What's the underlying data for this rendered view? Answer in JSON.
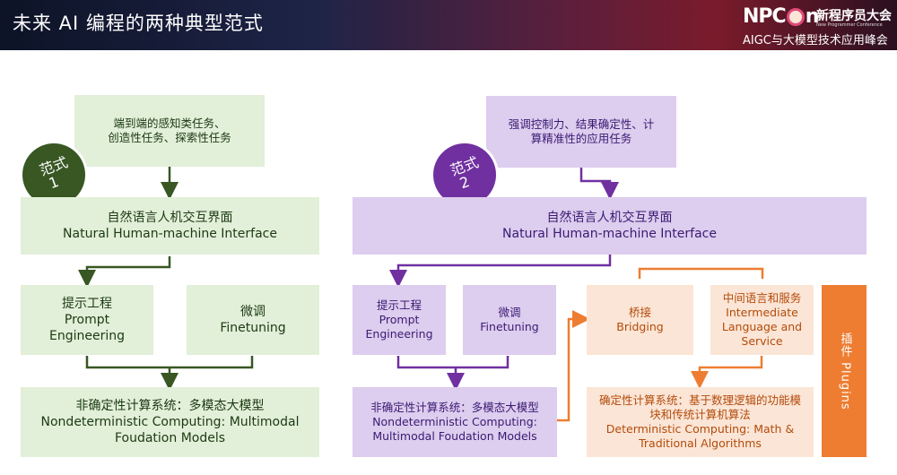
{
  "header": {
    "title": "未来 AI 编程的两种典型范式",
    "logo_mark_n": "N",
    "logo_mark_p": "P",
    "logo_mark_rest": "n",
    "logo_cn": "新程序员大会",
    "logo_sub": "New Programmer Conference",
    "logo_aigc": "AIGC与大模型技术应用峰会"
  },
  "paradigm1": {
    "badge": {
      "line1": "范式",
      "line2": "1"
    },
    "task": {
      "line1": "端到端的感知类任务、",
      "line2": "创造性任务、探索性任务"
    },
    "interface": {
      "line1": "自然语言人机交互界面",
      "line2": "Natural Human-machine Interface"
    },
    "prompt": {
      "line1": "提示工程",
      "line2": "Prompt",
      "line3": "Engineering"
    },
    "finetune": {
      "line1": "微调",
      "line2": "Finetuning"
    },
    "nondet": {
      "line1": "非确定性计算系统：多模态大模型",
      "line2": "Nondeterministic Computing: Multimodal",
      "line3": "Foudation Models"
    }
  },
  "paradigm2": {
    "badge": {
      "line1": "范式",
      "line2": "2"
    },
    "task": {
      "line1": "强调控制力、结果确定性、计",
      "line2": "算精准性的应用任务"
    },
    "interface": {
      "line1": "自然语言人机交互界面",
      "line2": "Natural Human-machine Interface"
    },
    "prompt": {
      "line1": "提示工程",
      "line2": "Prompt",
      "line3": "Engineering"
    },
    "finetune": {
      "line1": "微调",
      "line2": "Finetuning"
    },
    "nondet": {
      "line1": "非确定性计算系统：多模态大模型",
      "line2": "Nondeterministic Computing:",
      "line3": "Multimodal Foudation Models"
    },
    "bridging": {
      "line1": "桥接",
      "line2": "Bridging"
    },
    "intermediate": {
      "line1": "中间语言和服务",
      "line2": "Intermediate",
      "line3": "Language and",
      "line4": "Service"
    },
    "plugins": "插件 Plugins",
    "det": {
      "line1": "确定性计算系统：基于数理逻辑的功能模",
      "line2": "块和传统计算机算法",
      "line3": "Deterministic Computing: Math &",
      "line4": "Traditional Algorithms"
    }
  },
  "colors": {
    "green_box": "#e2efd9",
    "green_dark": "#385723",
    "purple_box": "#ddcdee",
    "purple_dark": "#7030a0",
    "orange_box": "#fbe5d6",
    "orange": "#ee7d31"
  }
}
